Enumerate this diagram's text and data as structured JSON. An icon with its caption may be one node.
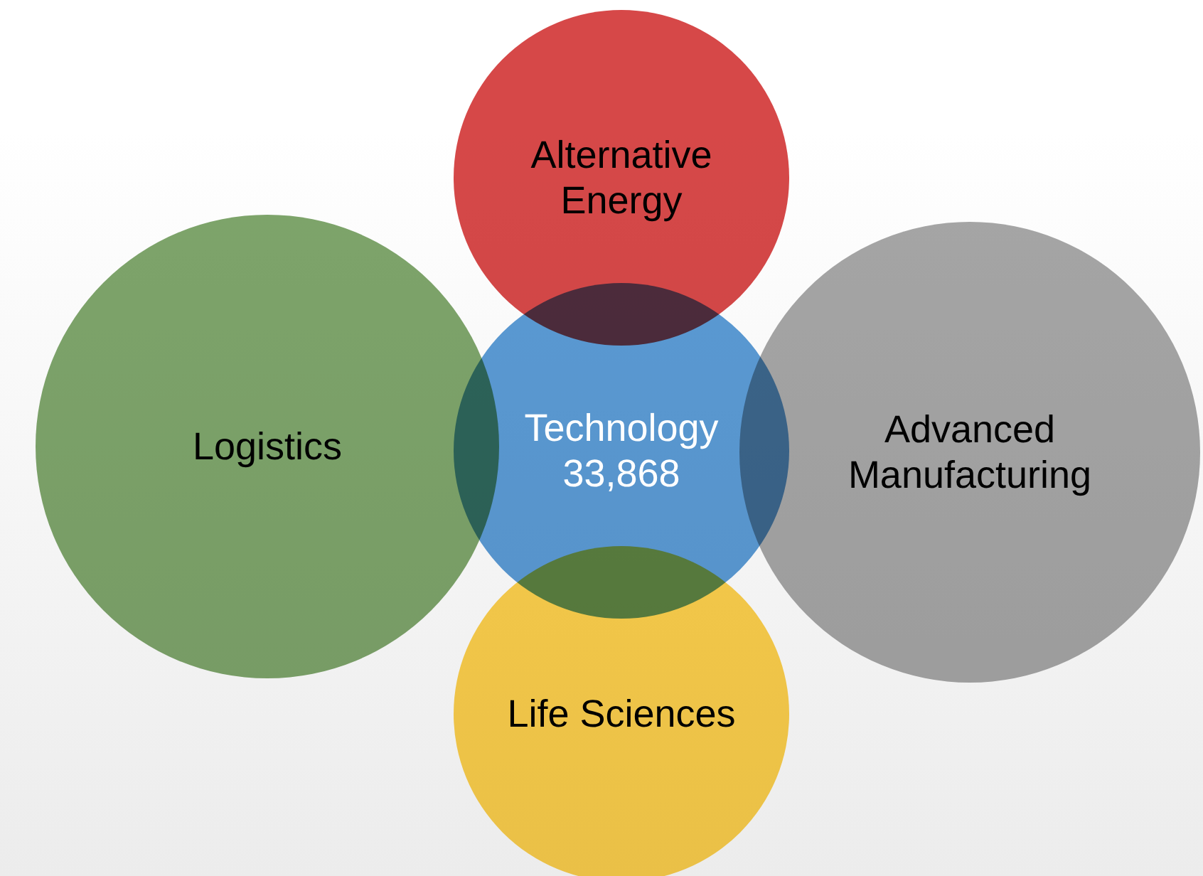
{
  "diagram": {
    "nodes": [
      {
        "text": [
          "Alternative Energy"
        ]
      },
      {
        "text": [
          "Logistics"
        ]
      },
      {
        "text": [
          "Technology",
          "33,868"
        ]
      },
      {
        "text": [
          "Advanced Manufacturing"
        ]
      },
      {
        "text": [
          "Life Sciences"
        ]
      }
    ]
  }
}
